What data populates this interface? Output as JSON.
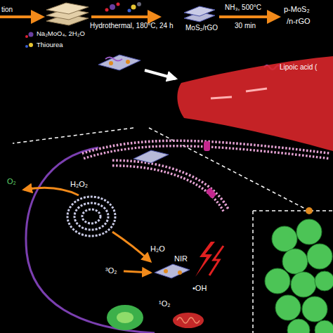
{
  "diagram": {
    "labels": [
      "tion",
      "Na₂MoO₄, 2H₂O",
      "Thiourea",
      "Hydrothermal, 180°C, 24 h",
      "MoS₂/rGO",
      "NH₃, 500°C",
      "30 min",
      "p-MoS₂",
      "/n-rGO",
      "Lipoic acid (",
      "O₂",
      "H₂O₂",
      "H₂O",
      "NIR",
      "³O₂",
      "•OH",
      "¹O₂"
    ]
  }
}
